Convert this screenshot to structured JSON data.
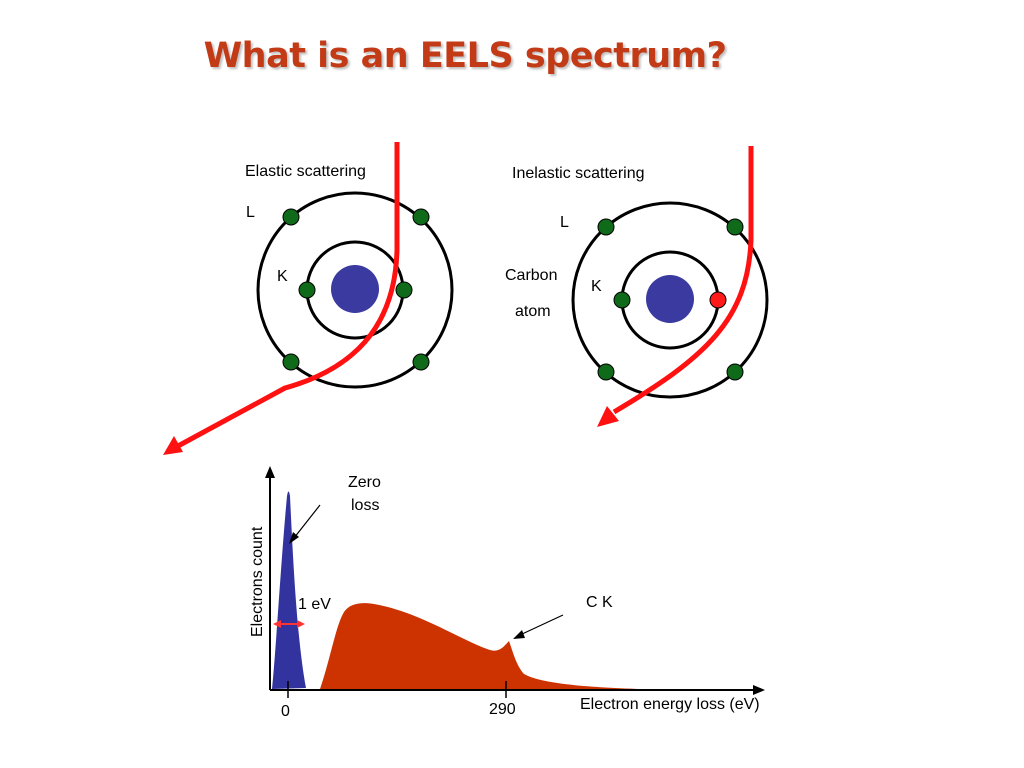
{
  "title": "What is an EELS spectrum?",
  "elastic": {
    "label": "Elastic scattering",
    "shell_l": "L",
    "shell_k": "K"
  },
  "inelastic": {
    "label": "Inelastic scattering",
    "shell_l": "L",
    "shell_k": "K",
    "atom_line1": "Carbon",
    "atom_line2": "atom"
  },
  "spectrum": {
    "ylabel": "Electrons count",
    "xlabel": "Electron energy loss (eV)",
    "zero_loss_line1": "Zero",
    "zero_loss_line2": "loss",
    "width_label": "1 eV",
    "edge_label": "C K",
    "tick_0": "0",
    "tick_290": "290"
  },
  "colors": {
    "title": "#c23b16",
    "nucleus": "#3a3aa0",
    "electron": "#0f6b1a",
    "excited_electron": "#ff1a1a",
    "beam": "#ff1111",
    "zero_loss_peak": "#3333a0",
    "spectrum_fill": "#cc3300"
  }
}
